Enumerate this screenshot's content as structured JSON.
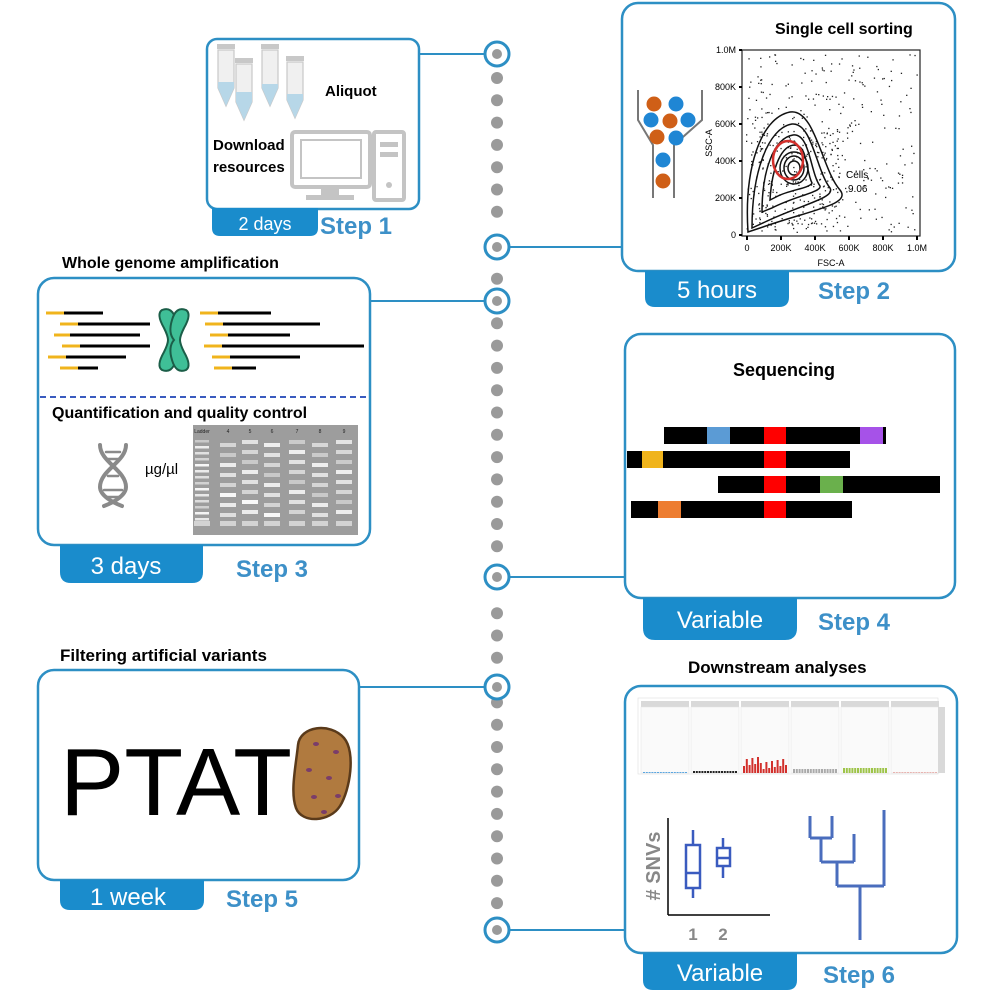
{
  "colors": {
    "box_border": "#2d8fc4",
    "tab_fill": "#1a8ccc",
    "step_text": "#3d90c8",
    "timeline_dot": "#9a9a9a",
    "orange_cell": "#cf5f17",
    "blue_cell": "#1f86d4",
    "read_yellow": "#f0b41c",
    "chromosome": "#3fbf97",
    "gating": "#d2302c",
    "dendrogram": "#4a6dbd",
    "potato": "#b07a3f"
  },
  "steps": [
    {
      "step": "Step 1",
      "time": "2 days",
      "texts": {
        "aliquot": "Aliquot",
        "download1": "Download",
        "download2": "resources"
      }
    },
    {
      "step": "Step 2",
      "time": "5 hours",
      "title": "Single cell sorting"
    },
    {
      "step": "Step 3",
      "time": "3 days",
      "title": "Whole genome amplification",
      "subtitle": "Quantification and quality control",
      "unit": "µg/µl"
    },
    {
      "step": "Step 4",
      "time": "Variable",
      "title": "Sequencing"
    },
    {
      "step": "Step 5",
      "time": "1 week",
      "title": "Filtering artificial variants",
      "logo": "PTAT"
    },
    {
      "step": "Step 6",
      "time": "Variable",
      "title": "Downstream analyses"
    }
  ],
  "facs": {
    "y_label": "SSC-A",
    "x_label": "FSC-A",
    "y_ticks": [
      "1.0M",
      "800K",
      "600K",
      "400K",
      "200K",
      "0"
    ],
    "x_ticks": [
      "0",
      "200K",
      "400K",
      "600K",
      "800K",
      "1.0M"
    ],
    "gate_label": "Cells",
    "gate_value": "9.06"
  },
  "gel": {
    "lane_labels": [
      "Ladder",
      "4",
      "5",
      "6",
      "7",
      "8",
      "9"
    ]
  },
  "boxplot": {
    "y_label": "# SNVs",
    "x_ticks": [
      "1",
      "2"
    ]
  },
  "icons": [
    "tube-icon",
    "computer-icon",
    "cell-sorter-icon",
    "chromosome-icon",
    "dna-icon",
    "potato-icon"
  ]
}
